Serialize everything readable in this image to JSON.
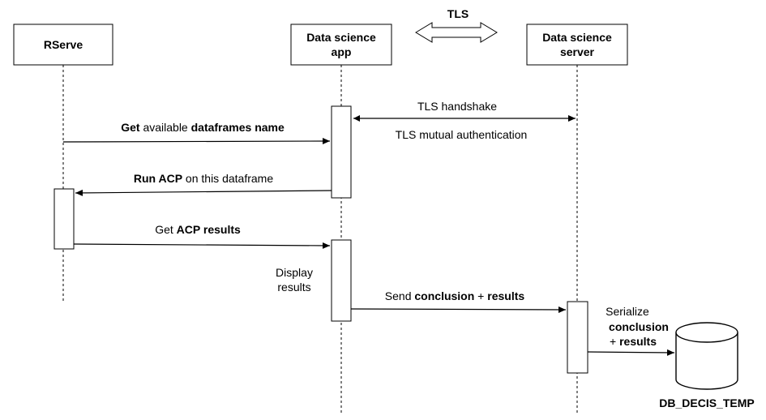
{
  "participants": {
    "rserve": "RServe",
    "app_line1": "Data science",
    "app_line2": "app",
    "server_line1": "Data science",
    "server_line2": "server"
  },
  "tls_label": "TLS",
  "messages": {
    "tls_handshake": "TLS handshake",
    "tls_mutual": "TLS mutual authentication",
    "get_dataframes": {
      "p1": "Get",
      "p2": " available ",
      "p3": "dataframes name"
    },
    "run_acp": {
      "p1": "Run ACP",
      "p2": " on this dataframe"
    },
    "get_acp_results": {
      "p1": "Get ",
      "p2": "ACP results"
    },
    "display_line1": "Display",
    "display_line2": "results",
    "send_conclusion": {
      "p1": "Send ",
      "p2": "conclusion",
      "p3": " + ",
      "p4": "results"
    },
    "serialize_line1": "Serialize",
    "serialize_line2": "conclusion",
    "serialize_line3_p1": "+ ",
    "serialize_line3_p2": "results"
  },
  "database_label": "DB_DECIS_TEMP",
  "colors": {
    "stroke": "#000000",
    "background": "#ffffff"
  }
}
